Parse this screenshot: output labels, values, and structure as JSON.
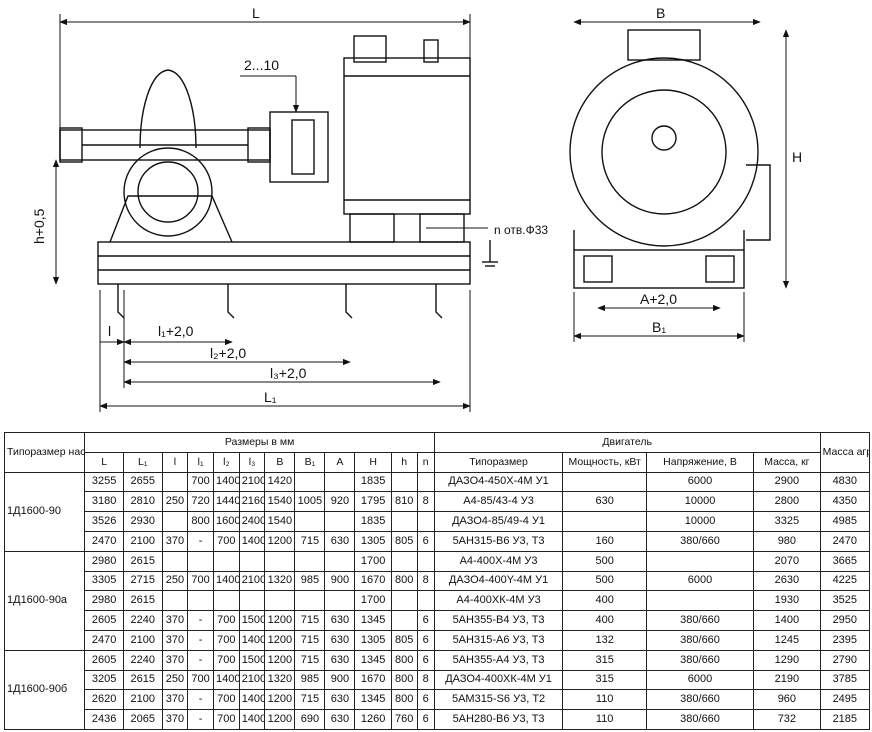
{
  "drawing": {
    "labels": {
      "L": "L",
      "B": "B",
      "H": "H",
      "h_tol": "h+0,5",
      "gap": "2...10",
      "holes": "n отв.Ф33",
      "l": "l",
      "l1": "l₁+2,0",
      "l2": "l₂+2,0",
      "l3": "l₃+2,0",
      "L1": "L₁",
      "A": "A+2,0",
      "B1": "B₁"
    }
  },
  "table": {
    "h_pump": "Типоразмер насоса",
    "h_dims": "Размеры в мм",
    "h_engine": "Двигатель",
    "h_mass": "Масса агрегата, кг",
    "cols": [
      "L",
      "L₁",
      "l",
      "l₁",
      "l₂",
      "l₃",
      "B",
      "B₁",
      "A",
      "H",
      "h",
      "n"
    ],
    "eng_cols": [
      "Типоразмер",
      "Мощность, кВт",
      "Напряжение, В",
      "Масса, кг"
    ],
    "groups": [
      {
        "name": "1Д1600-90",
        "rows": [
          {
            "L": "3255",
            "L1": "2655",
            "l": "",
            "l1": "700",
            "l2": "1400",
            "l3": "2100",
            "B": "1420",
            "B1": "",
            "A": "",
            "H": "1835",
            "h": "",
            "n": "",
            "type": "ДАЗО4-450Х-4М У1",
            "power": "",
            "voltage": "6000",
            "emass": "2900",
            "mass": "4830"
          },
          {
            "L": "3180",
            "L1": "2810",
            "l": "250",
            "l1": "720",
            "l2": "1440",
            "l3": "2160",
            "B": "1540",
            "B1": "1005",
            "A": "920",
            "H": "1795",
            "h": "810",
            "n": "8",
            "type": "А4-85/43-4 У3",
            "power": "630",
            "voltage": "10000",
            "emass": "2800",
            "mass": "4350"
          },
          {
            "L": "3526",
            "L1": "2930",
            "l": "",
            "l1": "800",
            "l2": "1600",
            "l3": "2400",
            "B": "1540",
            "B1": "",
            "A": "",
            "H": "1835",
            "h": "",
            "n": "",
            "type": "ДАЗО4-85/49-4 У1",
            "power": "",
            "voltage": "10000",
            "emass": "3325",
            "mass": "4985"
          },
          {
            "L": "2470",
            "L1": "2100",
            "l": "370",
            "l1": "-",
            "l2": "700",
            "l3": "1400",
            "B": "1200",
            "B1": "715",
            "A": "630",
            "H": "1305",
            "h": "805",
            "n": "6",
            "type": "5АН315-В6 У3, Т3",
            "power": "160",
            "voltage": "380/660",
            "emass": "980",
            "mass": "2470"
          }
        ]
      },
      {
        "name": "1Д1600-90а",
        "rows": [
          {
            "L": "2980",
            "L1": "2615",
            "l": "",
            "l1": "",
            "l2": "",
            "l3": "",
            "B": "",
            "B1": "",
            "A": "",
            "H": "1700",
            "h": "",
            "n": "",
            "type": "А4-400Х-4М У3",
            "power": "500",
            "voltage": "",
            "emass": "2070",
            "mass": "3665"
          },
          {
            "L": "3305",
            "L1": "2715",
            "l": "250",
            "l1": "700",
            "l2": "1400",
            "l3": "2100",
            "B": "1320",
            "B1": "985",
            "A": "900",
            "H": "1670",
            "h": "800",
            "n": "8",
            "type": "ДАЗО4-400Y-4М У1",
            "power": "500",
            "voltage": "6000",
            "emass": "2630",
            "mass": "4225"
          },
          {
            "L": "2980",
            "L1": "2615",
            "l": "",
            "l1": "",
            "l2": "",
            "l3": "",
            "B": "",
            "B1": "",
            "A": "",
            "H": "1700",
            "h": "",
            "n": "",
            "type": "А4-400ХК-4М У3",
            "power": "400",
            "voltage": "",
            "emass": "1930",
            "mass": "3525"
          },
          {
            "L": "2605",
            "L1": "2240",
            "l": "370",
            "l1": "-",
            "l2": "700",
            "l3": "1500",
            "B": "1200",
            "B1": "715",
            "A": "630",
            "H": "1345",
            "h": "",
            "n": "6",
            "type": "5АН355-В4 У3, Т3",
            "power": "400",
            "voltage": "380/660",
            "emass": "1400",
            "mass": "2950"
          },
          {
            "L": "2470",
            "L1": "2100",
            "l": "370",
            "l1": "-",
            "l2": "700",
            "l3": "1400",
            "B": "1200",
            "B1": "715",
            "A": "630",
            "H": "1305",
            "h": "805",
            "n": "6",
            "type": "5АН315-А6 У3, Т3",
            "power": "132",
            "voltage": "380/660",
            "emass": "1245",
            "mass": "2395"
          }
        ]
      },
      {
        "name": "1Д1600-90б",
        "rows": [
          {
            "L": "2605",
            "L1": "2240",
            "l": "370",
            "l1": "-",
            "l2": "700",
            "l3": "1500",
            "B": "1200",
            "B1": "715",
            "A": "630",
            "H": "1345",
            "h": "800",
            "n": "6",
            "type": "5АН355-А4 У3, Т3",
            "power": "315",
            "voltage": "380/660",
            "emass": "1290",
            "mass": "2790"
          },
          {
            "L": "3205",
            "L1": "2615",
            "l": "250",
            "l1": "700",
            "l2": "1400",
            "l3": "2100",
            "B": "1320",
            "B1": "985",
            "A": "900",
            "H": "1670",
            "h": "800",
            "n": "8",
            "type": "ДАЗО4-400ХК-4М У1",
            "power": "315",
            "voltage": "6000",
            "emass": "2190",
            "mass": "3785"
          },
          {
            "L": "2620",
            "L1": "2100",
            "l": "370",
            "l1": "-",
            "l2": "700",
            "l3": "1400",
            "B": "1200",
            "B1": "715",
            "A": "630",
            "H": "1345",
            "h": "800",
            "n": "6",
            "type": "5АМ315-S6 У3, Т2",
            "power": "110",
            "voltage": "380/660",
            "emass": "960",
            "mass": "2495"
          },
          {
            "L": "2436",
            "L1": "2065",
            "l": "370",
            "l1": "-",
            "l2": "700",
            "l3": "1400",
            "B": "1200",
            "B1": "690",
            "A": "630",
            "H": "1260",
            "h": "760",
            "n": "6",
            "type": "5АН280-В6 У3, Т3",
            "power": "110",
            "voltage": "380/660",
            "emass": "732",
            "mass": "2185"
          }
        ]
      }
    ]
  }
}
